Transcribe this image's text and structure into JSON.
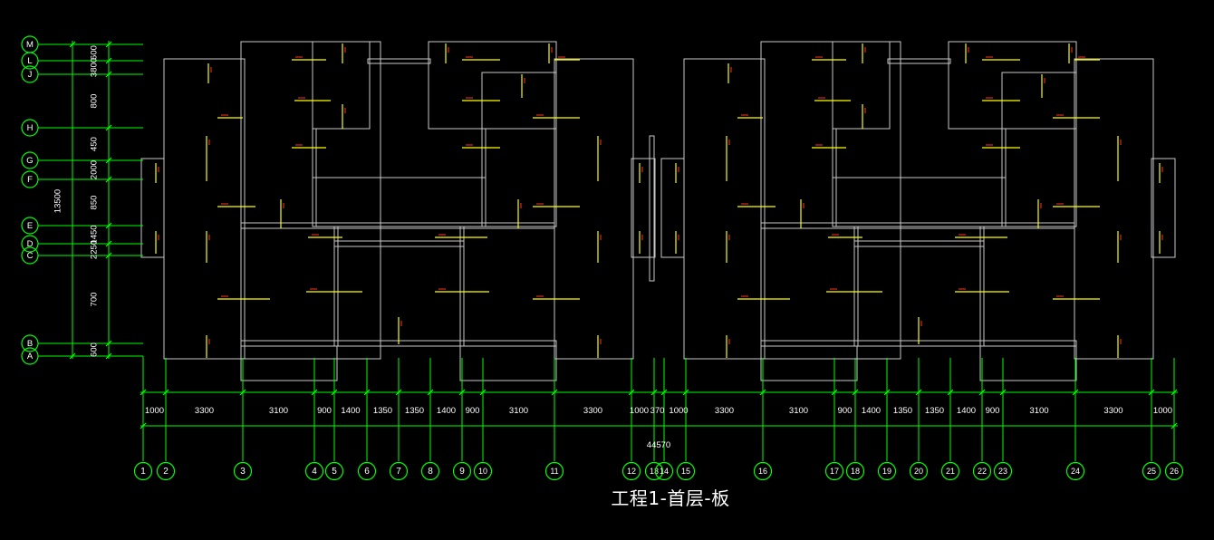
{
  "title": "工程1-首层-板",
  "colors": {
    "background": "#000000",
    "grid_line": "#00ff00",
    "dimension_text": "#ffffff",
    "wall": "#c8c8c8",
    "slab_rebar": "#ffff00",
    "annotation": "#ff3030"
  },
  "axes": {
    "vertical": [
      "1",
      "2",
      "3",
      "4",
      "5",
      "6",
      "7",
      "8",
      "9",
      "10",
      "11",
      "12",
      "13",
      "14",
      "15",
      "16",
      "17",
      "18",
      "19",
      "20",
      "21",
      "22",
      "23",
      "24",
      "25",
      "26"
    ],
    "horizontal": [
      "M",
      "L",
      "J",
      "H",
      "G",
      "F",
      "E",
      "D",
      "C",
      "B",
      "A"
    ]
  },
  "dimensions": {
    "bottom_segments": [
      "1000",
      "3300",
      "3100",
      "900",
      "1400",
      "1350",
      "1350",
      "1400",
      "900",
      "3100",
      "3300",
      "1000",
      "370",
      "1000",
      "3300",
      "3100",
      "900",
      "1400",
      "1350",
      "1350",
      "1400",
      "900",
      "3100",
      "3300",
      "1000"
    ],
    "bottom_total": "44570",
    "left_segments": [
      "600",
      "700",
      "2250",
      "1450",
      "850",
      "2000",
      "450",
      "800",
      "3800",
      "600"
    ],
    "left_total": "13500"
  }
}
